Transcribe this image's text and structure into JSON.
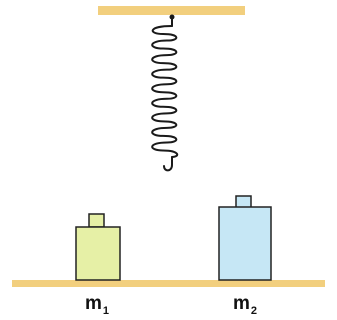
{
  "diagram": {
    "masses": [
      {
        "id": "m1",
        "symbol": "m",
        "subscript": "1"
      },
      {
        "id": "m2",
        "symbol": "m",
        "subscript": "2"
      }
    ],
    "colors": {
      "ceiling": "#f2cf7e",
      "floor": "#f2cf7e",
      "spring": "#1a1a1a",
      "mass1_fill": "#e6f0a6",
      "mass2_fill": "#c6e7f5",
      "outline": "#222222"
    },
    "icons": {
      "spring": "coil-spring-icon"
    }
  }
}
